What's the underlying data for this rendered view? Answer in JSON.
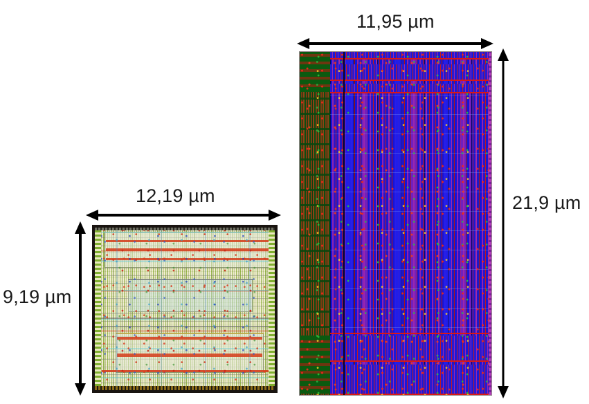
{
  "figure": {
    "background_color": "#ffffff",
    "dies": [
      {
        "id": "left-die",
        "name": "left-chip-layout",
        "width_label": "12,19 µm",
        "height_label": "9,19 µm",
        "frame_color": "#191410",
        "palette": [
          "#8cb03c",
          "#e8e8c8",
          "#d4401e",
          "#5ac8d7",
          "#a0a096"
        ]
      },
      {
        "id": "right-die",
        "name": "right-chip-layout",
        "width_label": "11,95 µm",
        "height_label": "21,9 µm",
        "frame_color": "#9a8f92",
        "palette": [
          "#1414d8",
          "#8e22b4",
          "#c41818",
          "#0f4d12",
          "#f5d228"
        ]
      }
    ],
    "annotations": [
      {
        "name": "left-width-dimension",
        "text": "12,19 µm",
        "orientation": "horizontal",
        "arrow": "double-headed"
      },
      {
        "name": "left-height-dimension",
        "text": "9,19 µm",
        "orientation": "vertical",
        "arrow": "double-headed"
      },
      {
        "name": "right-width-dimension",
        "text": "11,95 µm",
        "orientation": "horizontal",
        "arrow": "double-headed"
      },
      {
        "name": "right-height-dimension",
        "text": "21,9 µm",
        "orientation": "vertical",
        "arrow": "double-headed"
      }
    ],
    "arrow_color": "#000000",
    "text_color": "#1a1a1a"
  }
}
